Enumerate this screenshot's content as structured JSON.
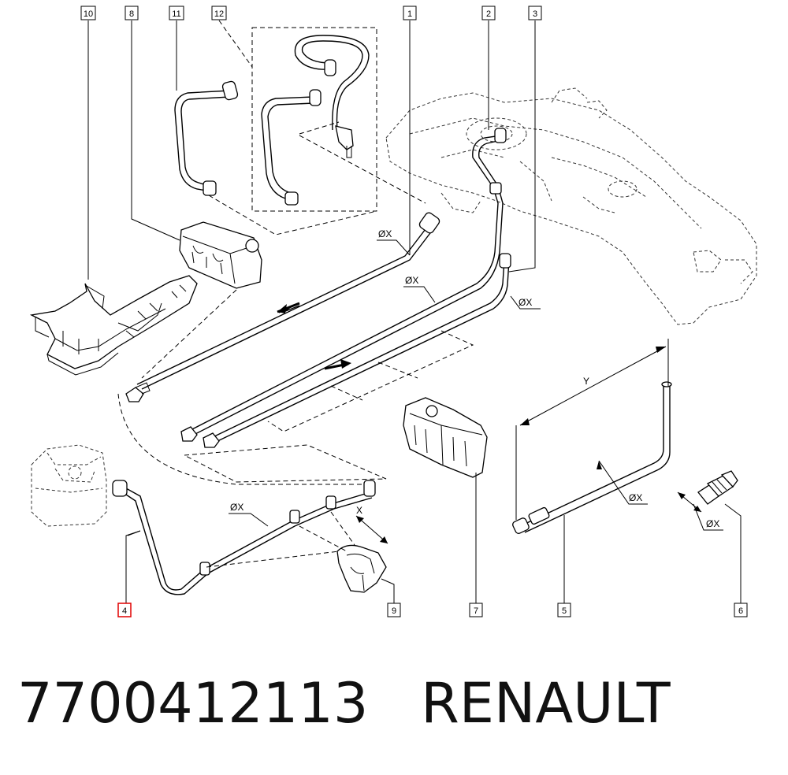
{
  "callouts": {
    "c1": "1",
    "c2": "2",
    "c3": "3",
    "c4": "4",
    "c5": "5",
    "c6": "6",
    "c7": "7",
    "c8": "8",
    "c9": "9",
    "c10": "10",
    "c11": "11",
    "c12": "12"
  },
  "dimensions": {
    "diameter": "ØX",
    "length_x": "X",
    "length_y": "Y"
  },
  "highlight_color": "#e00000",
  "caption": {
    "part_number": "7700412113",
    "brand": "RENAULT"
  }
}
